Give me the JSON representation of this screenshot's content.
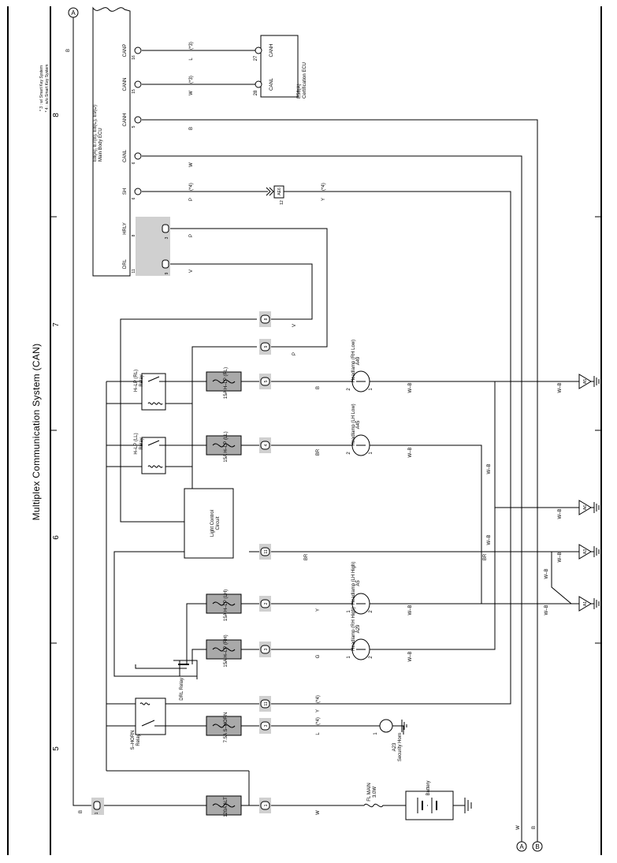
{
  "page": {
    "title": "Multiplex Communication System (CAN)",
    "grid": [
      "8",
      "7",
      "6",
      "5"
    ],
    "notes": [
      "* 3 : w/ Smart Key System",
      "* 4 : w/o Smart Key System"
    ]
  },
  "ecu": {
    "name_line1": "E8(A), E7(B), E8(C), E9(D)",
    "name_line2": "Main Body ECU",
    "pins": [
      {
        "name": "CANP",
        "no": "16",
        "conn": "C"
      },
      {
        "name": "CANN",
        "no": "15",
        "conn": "C"
      },
      {
        "name": "CANH",
        "no": "5",
        "conn": "C"
      },
      {
        "name": "CANL",
        "no": "6",
        "conn": "C"
      },
      {
        "name": "SH",
        "no": "6",
        "conn": "D"
      },
      {
        "name": "HRLY",
        "no": "8",
        "conn": "3"
      },
      {
        "name": "DRL",
        "no": "11",
        "conn": "9"
      }
    ]
  },
  "cert_ecu": {
    "name_line1": "E58(A)",
    "name_line2": "Certification ECU",
    "pins": [
      {
        "name": "CANH",
        "no": "27",
        "conn": "A"
      },
      {
        "name": "CANL",
        "no": "28",
        "conn": "A"
      }
    ]
  },
  "wires": {
    "canp_tag": "(*3)",
    "canp_color": "L",
    "cann_tag": "(*3)",
    "cann_color": "W",
    "canh_color": "B",
    "canl_color": "W",
    "sh_tag": "(*4)",
    "sh_color": "P",
    "sh_tag2": "(*4)",
    "sh_color2": "Y",
    "hrly_color": "P",
    "drl_color": "V",
    "v_color": "V",
    "p_color": "P",
    "b_color": "B",
    "br_color": "BR",
    "br_color2": "BR",
    "y_color": "Y",
    "g_color": "G",
    "horn_tag": "(*4)",
    "horn_color": "L",
    "sh_y_tag": "(*4)",
    "sh_y_color": "Y",
    "batt_color": "W",
    "wb": "W–B",
    "left_b": "B",
    "edge_w": "W",
    "edge_b": "B"
  },
  "junctions": {
    "ae6": "AE6",
    "ae6_no": "12",
    "sh_pin": "D",
    "c1": {
      "no": "8",
      "conn": "1D"
    },
    "c2": {
      "no": "9",
      "conn": "1D"
    },
    "c3": {
      "no": "5",
      "conn": "1B"
    },
    "c4": {
      "no": "4",
      "conn": "1B"
    },
    "c5": {
      "no": "11",
      "conn": "1B"
    },
    "c6": {
      "no": "2",
      "conn": "1B"
    },
    "c7": {
      "no": "3",
      "conn": "1D"
    },
    "c8": {
      "no": "11",
      "conn": "1D"
    },
    "c9": {
      "no": "3",
      "conn": "1A"
    },
    "c10": {
      "no": "1",
      "conn": "1C"
    },
    "cl": {
      "no": "1",
      "conn": "1B"
    }
  },
  "fuses": {
    "f_rl": "15A H–LP (RL)",
    "f_ll": "15A H–LP (LL)",
    "f_lh": "15A H–LP (LH)",
    "f_rh": "15A H–LP (RH)",
    "f_horn": "7.5A S–HORN",
    "f_alt": "120A ALT",
    "fl_main": "FL MAIN",
    "fl_main_sub": "3.0W"
  },
  "relays": {
    "rl": "H–LP (RL)",
    "ll": "H–LP (LL)",
    "relay": "Relay",
    "drl": "DRL Relay",
    "horn": "S–HORN",
    "horn_sub": "Relay"
  },
  "lcc": {
    "line1": "Light Control",
    "line2": "Circuit"
  },
  "lamps": {
    "a49": {
      "ref": "A49",
      "name": "Headlamp (RH Low)",
      "p1": "2",
      "p2": "1"
    },
    "a45": {
      "ref": "A45",
      "name": "Headlamp (LH Low)",
      "p1": "2",
      "p2": "1"
    },
    "a5": {
      "ref": "A5",
      "name": "Headlamp (LH High)",
      "p1": "1",
      "p2": "2"
    },
    "a29": {
      "ref": "A29",
      "name": "Headlamp (RH High)",
      "p1": "1",
      "p2": "2"
    }
  },
  "horn": {
    "ref": "A23",
    "name": "Security Horn",
    "pin": "1"
  },
  "battery": {
    "name": "Battery"
  },
  "grounds": [
    "A5",
    "A6",
    "A3",
    "A1"
  ],
  "markers": {
    "a": "A",
    "b": "B"
  }
}
